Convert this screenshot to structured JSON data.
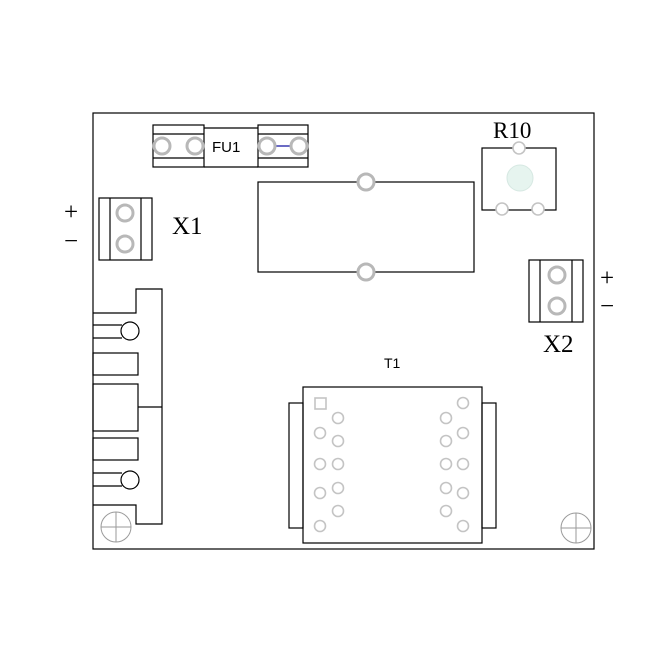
{
  "labels": {
    "fuse": "FU1",
    "resistor": "R10",
    "connector_left": "X1",
    "connector_right": "X2",
    "transformer": "T1"
  },
  "polarity": {
    "left_plus": "+",
    "left_minus": "−",
    "right_plus": "+",
    "right_minus": "−"
  },
  "colors": {
    "outline": "#000000",
    "pad": "#b8b8b8",
    "fuse_wire": "#3a3ab0",
    "led": "#e6f4ef"
  }
}
